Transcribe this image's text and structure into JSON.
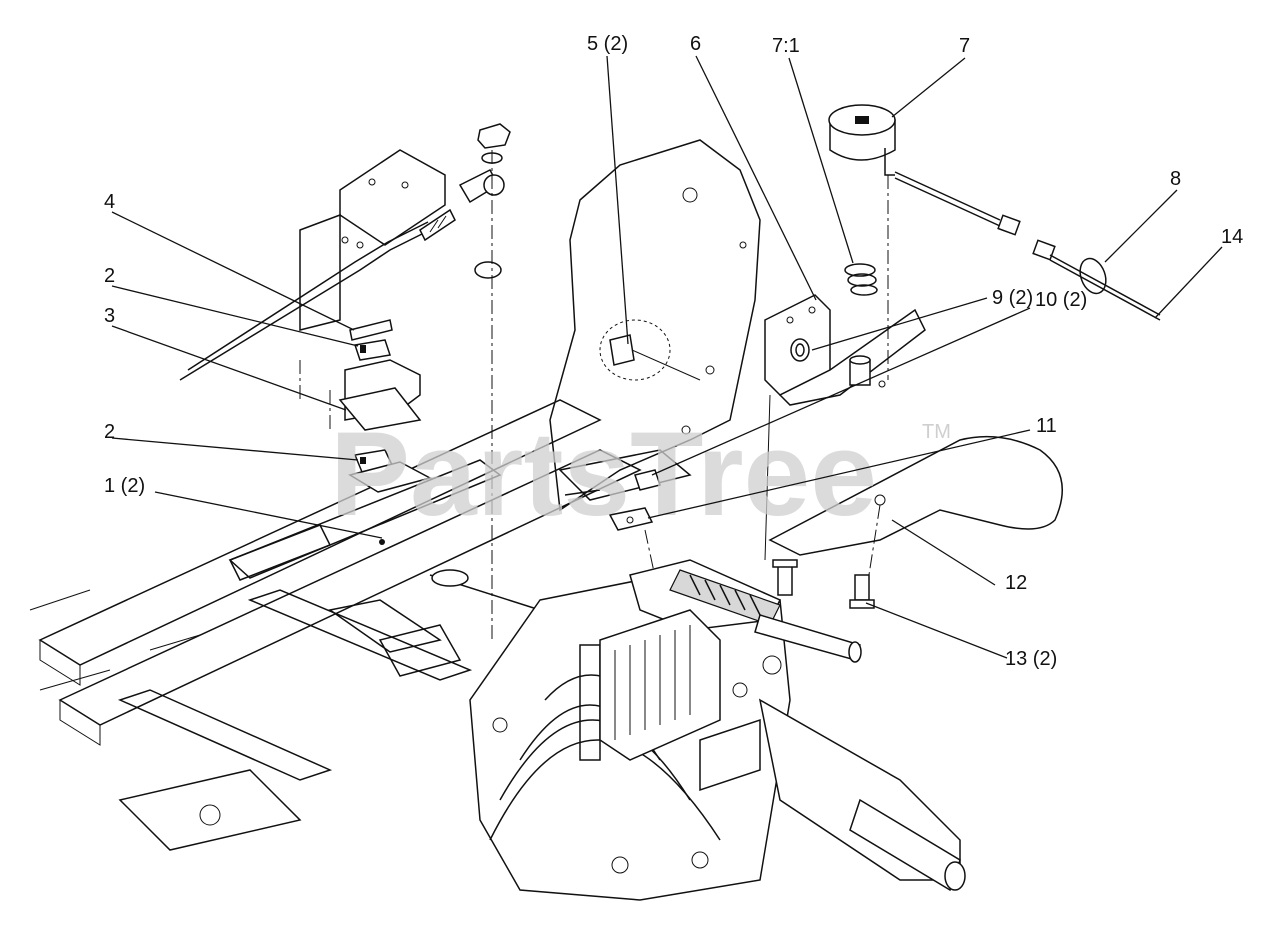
{
  "watermark": {
    "text": "PartsTree",
    "tm": "TM"
  },
  "callouts": [
    {
      "id": "c5",
      "label": "5 (2)"
    },
    {
      "id": "c6",
      "label": "6"
    },
    {
      "id": "c71",
      "label": "7:1"
    },
    {
      "id": "c7",
      "label": "7"
    },
    {
      "id": "c8",
      "label": "8"
    },
    {
      "id": "c14",
      "label": "14"
    },
    {
      "id": "c4",
      "label": "4"
    },
    {
      "id": "c2a",
      "label": "2"
    },
    {
      "id": "c3",
      "label": "3"
    },
    {
      "id": "c9",
      "label": "9 (2)"
    },
    {
      "id": "c10",
      "label": "10 (2)"
    },
    {
      "id": "c11",
      "label": "11"
    },
    {
      "id": "c2b",
      "label": "2"
    },
    {
      "id": "c1",
      "label": "1 (2)"
    },
    {
      "id": "c12",
      "label": "12"
    },
    {
      "id": "c13",
      "label": "13 (2)"
    }
  ]
}
